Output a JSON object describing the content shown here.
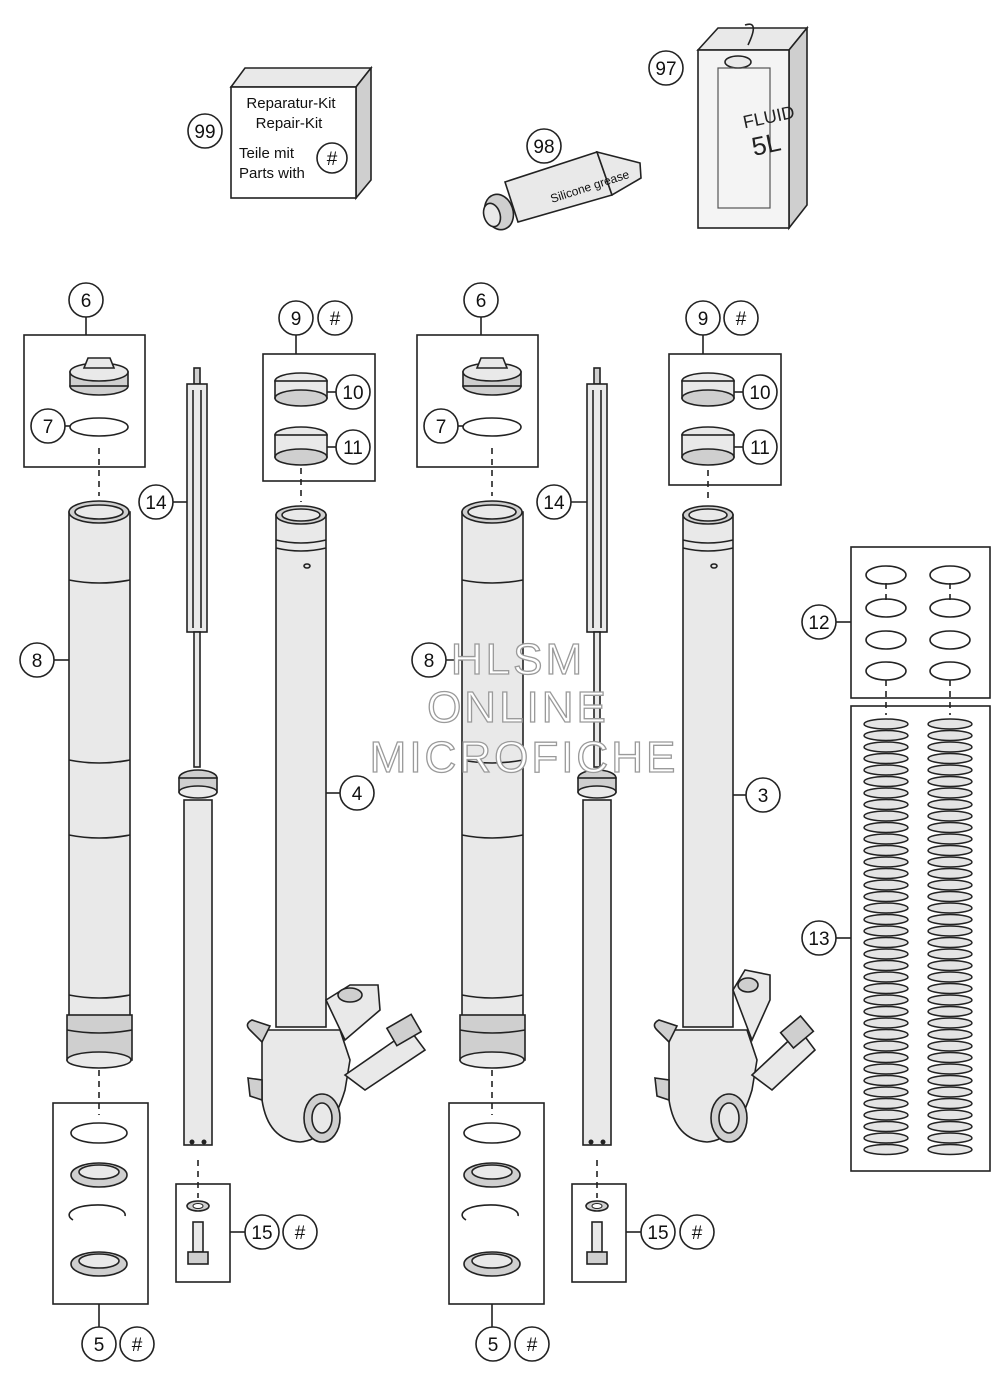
{
  "kit": {
    "line1": "Reparatur-Kit",
    "line2": "Repair-Kit",
    "line3": "Teile mit",
    "line4": "Parts with",
    "hash": "#"
  },
  "tube_label": "Silicone grease",
  "can_label_1": "FLUID",
  "can_label_2": "5L",
  "callouts": {
    "c99": "99",
    "c98": "98",
    "c97": "97",
    "c6a": "6",
    "c7a": "7",
    "c8a": "8",
    "c14a": "14",
    "c9a": "9",
    "c9ah": "#",
    "c10a": "10",
    "c11a": "11",
    "c4": "4",
    "c15a": "15",
    "c15ah": "#",
    "c5a": "5",
    "c5ah": "#",
    "c6b": "6",
    "c7b": "7",
    "c8b": "8",
    "c14b": "14",
    "c9b": "9",
    "c9bh": "#",
    "c10b": "10",
    "c11b": "11",
    "c3": "3",
    "c15b": "15",
    "c15bh": "#",
    "c5b": "5",
    "c5bh": "#",
    "c12": "12",
    "c13": "13"
  },
  "watermark": {
    "line1": "HLSM",
    "line2": "ONLINE",
    "line3": "MICROFICHE"
  }
}
